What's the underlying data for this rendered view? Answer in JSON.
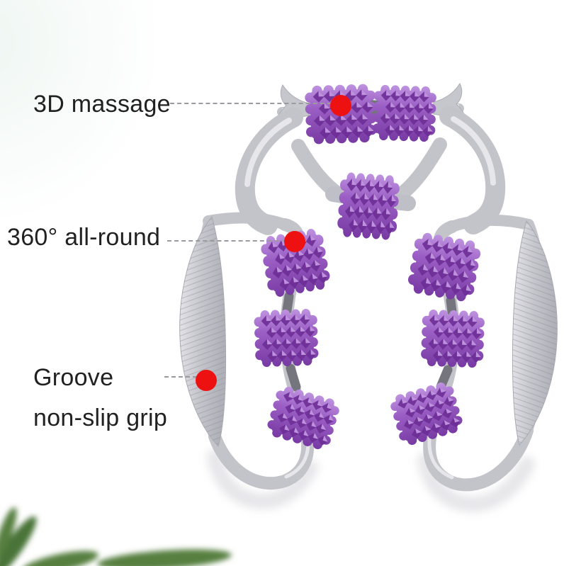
{
  "annotations": {
    "label_3d": "3D massage",
    "label_360": "360° all-round",
    "groove_line1": "Groove",
    "groove_line2": "non-slip grip"
  },
  "markers": {
    "count": 3,
    "shape": "red-circle"
  },
  "colors": {
    "accent-red": "#ee1111",
    "text-color": "#212121",
    "dash-color": "#9a9aa0",
    "purple-light": "#c49ae4",
    "purple-mid": "#9a5ec4",
    "purple-deep": "#7437a0",
    "stud-dark": "#6d2d96",
    "stud-light": "#cba2e9",
    "frame-gray": "#c3c3ca",
    "frame-highlight": "#e6e6eb",
    "frame-dark": "#75757d",
    "grip-gray": "#c6c6cd",
    "rib-gray": "#8f8f98",
    "leaf-green": "#567f41",
    "leaf-green-dark": "#4a7338",
    "reflection-gray": "#cdcdd4"
  }
}
